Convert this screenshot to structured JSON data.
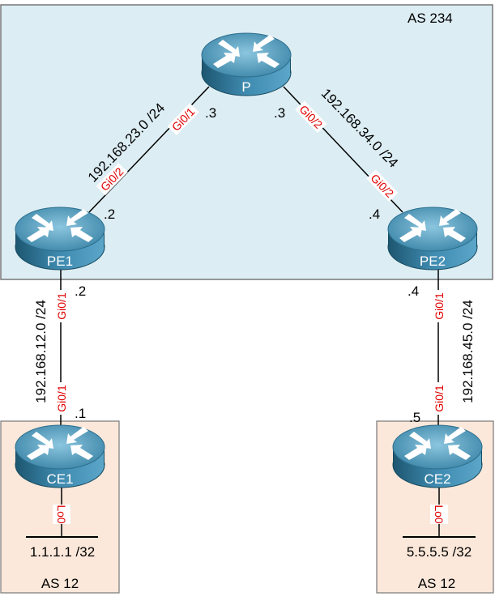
{
  "as_core": {
    "label": "AS 234",
    "color": "#dcedf3"
  },
  "as_left": {
    "label": "AS 12",
    "color": "#fbe8da"
  },
  "as_right": {
    "label": "AS 12",
    "color": "#fbe8da"
  },
  "routers": {
    "p": "P",
    "pe1": "PE1",
    "pe2": "PE2",
    "ce1": "CE1",
    "ce2": "CE2"
  },
  "links": {
    "p_pe1": {
      "subnet": "192.168.23.0 /24",
      "if_p": "Gi0/1",
      "if_pe1": "Gi0/2",
      "host_p": ".3",
      "host_pe1": ".2"
    },
    "p_pe2": {
      "subnet": "192.168.34.0 /24",
      "if_p": "Gi0/2",
      "if_pe2": "Gi0/2",
      "host_p": ".3",
      "host_pe2": ".4"
    },
    "pe1_ce1": {
      "subnet": "192.168.12.0 /24",
      "if_pe1": "Gi0/1",
      "if_ce1": "Gi0/1",
      "host_pe1": ".2",
      "host_ce1": ".1"
    },
    "pe2_ce2": {
      "subnet": "192.168.45.0 /24",
      "if_pe2": "Gi0/1",
      "if_ce2": "Gi0/1",
      "host_pe2": ".4",
      "host_ce2": ".5"
    }
  },
  "loopbacks": {
    "ce1": {
      "if": "Lo0",
      "prefix": "1.1.1.1 /32"
    },
    "ce2": {
      "if": "Lo0",
      "prefix": "5.5.5.5 /32"
    }
  },
  "interface_color": "#e00000"
}
